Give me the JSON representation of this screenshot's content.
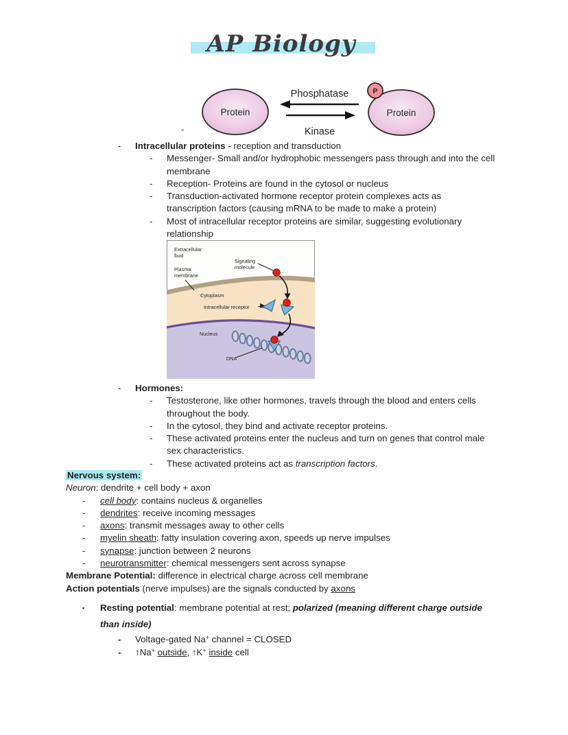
{
  "page": {
    "title": "AP Biology",
    "stray_mark": "-",
    "title_highlight_color": "#b0eaf5",
    "text_highlight_color": "#a9e8f2"
  },
  "protein_cycle": {
    "left_protein": "Protein",
    "right_protein": "Protein",
    "top_enzyme": "Phosphatase",
    "bottom_enzyme": "Kinase",
    "phosphate_label": "P",
    "colors": {
      "protein_fill": "#ecc9e2",
      "protein_stroke": "#2b2b2b",
      "phosphate_fill": "#f28e96",
      "phosphate_text": "#9d2235"
    }
  },
  "cell_diagram": {
    "labels": {
      "extracellular_line1": "Extracellular",
      "extracellular_line2": "fluid",
      "plasma_line1": "Plasma",
      "plasma_line2": "membrane",
      "signaling_line1": "Signaling",
      "signaling_line2": "molecule",
      "cytoplasm": "Cytoplasm",
      "intracellular_receptor": "Intracellular receptor",
      "nucleus": "Nucleus",
      "dna": "DNA"
    },
    "colors": {
      "background": "#fdfdfb",
      "cytoplasm": "#f7e3c3",
      "membrane": "#b1a183",
      "nucleus": "#ccc5e1",
      "nucleus_border": "#6b4f97",
      "molecule": "#e02020",
      "receptor": "#7fb4d4"
    }
  },
  "notes": {
    "block1": [
      {
        "ind": "l1",
        "bullet": "-",
        "seg": [
          {
            "t": "Intracellular proteins",
            "b": 1
          },
          {
            "t": " - reception and transduction"
          }
        ]
      },
      {
        "ind": "l2",
        "bullet": "-",
        "seg": [
          {
            "t": "Messenger- Small and/or hydrophobic messengers pass through and into the cell"
          }
        ]
      },
      {
        "ind": "l2",
        "seg": [
          {
            "t": "membrane"
          }
        ]
      },
      {
        "ind": "l2",
        "bullet": "-",
        "seg": [
          {
            "t": "Reception- Proteins are found in the cytosol or nucleus"
          }
        ]
      },
      {
        "ind": "l2",
        "bullet": "-",
        "seg": [
          {
            "t": "Transduction-activated hormone receptor protein complexes acts as"
          }
        ]
      },
      {
        "ind": "l2",
        "seg": [
          {
            "t": "transcription factors (causing mRNA to be made to make a protein)"
          }
        ]
      },
      {
        "ind": "l2",
        "bullet": "-",
        "seg": [
          {
            "t": "Most of intracellular receptor proteins are similar, suggesting evolutionary"
          }
        ]
      },
      {
        "ind": "l2",
        "seg": [
          {
            "t": "relationship"
          }
        ]
      }
    ],
    "block2": [
      {
        "ind": "l1",
        "bullet": "-",
        "seg": [
          {
            "t": "Hormones:",
            "b": 1
          }
        ]
      },
      {
        "ind": "l2",
        "bullet": "-",
        "seg": [
          {
            "t": "Testosterone, like other hormones, travels through the blood and enters cells"
          }
        ]
      },
      {
        "ind": "l2",
        "seg": [
          {
            "t": "throughout the body."
          }
        ]
      },
      {
        "ind": "l2",
        "bullet": "-",
        "seg": [
          {
            "t": "In the cytosol, they bind and activate receptor proteins."
          }
        ]
      },
      {
        "ind": "l2",
        "bullet": "-",
        "seg": [
          {
            "t": "These activated proteins enter the nucleus and turn on genes that control male"
          }
        ]
      },
      {
        "ind": "l2",
        "seg": [
          {
            "t": "sex characteristics."
          }
        ]
      },
      {
        "ind": "l2",
        "bullet": "-",
        "seg": [
          {
            "t": "These activated proteins act as "
          },
          {
            "t": "transcription factors",
            "i": 1
          },
          {
            "t": "."
          }
        ]
      }
    ],
    "block3": [
      {
        "ind": "z",
        "seg": [
          {
            "t": "Nervous system:",
            "b": 1,
            "h": 1
          }
        ]
      },
      {
        "ind": "z",
        "seg": [
          {
            "t": "Neuron",
            "i": 1
          },
          {
            "t": ": dendrite + cell body + axon"
          }
        ]
      },
      {
        "ind": "n",
        "bullet": "-",
        "seg": [
          {
            "t": "cell body",
            "i": 1,
            "u": 1
          },
          {
            "t": ": contains nucleus & organelles"
          }
        ]
      },
      {
        "ind": "n",
        "bullet": "-",
        "seg": [
          {
            "t": "dendrites",
            "u": 1
          },
          {
            "t": ": receive incoming messages"
          }
        ]
      },
      {
        "ind": "n",
        "bullet": "-",
        "seg": [
          {
            "t": "axons",
            "u": 1
          },
          {
            "t": ": transmit messages away to other cells"
          }
        ]
      },
      {
        "ind": "n",
        "bullet": "-",
        "seg": [
          {
            "t": "myelin sheath",
            "u": 1
          },
          {
            "t": ": fatty insulation covering axon, speeds up nerve impulses"
          }
        ]
      },
      {
        "ind": "n",
        "bullet": "-",
        "seg": [
          {
            "t": "synapse",
            "u": 1
          },
          {
            "t": ": junction between 2 neurons"
          }
        ]
      },
      {
        "ind": "n",
        "bullet": "-",
        "seg": [
          {
            "t": "neurotransmitter",
            "u": 1
          },
          {
            "t": ": chemical messengers sent across synapse"
          }
        ]
      },
      {
        "ind": "z",
        "seg": [
          {
            "t": "Membrane Potential:",
            "b": 1
          },
          {
            "t": " difference in electrical charge across cell membrane"
          }
        ]
      },
      {
        "ind": "z",
        "seg": [
          {
            "t": "Action potentials",
            "b": 1
          },
          {
            "t": " (nerve impulses) are the signals conducted by "
          },
          {
            "t": "axons",
            "u": 1
          }
        ]
      },
      {
        "ind": "n",
        "bullet": "▪",
        "cls": "gap loose",
        "seg": [
          {
            "t": "Resting potential",
            "b": 1
          },
          {
            "t": ": membrane potential at rest; "
          },
          {
            "t": "polarized (meaning different charge outside",
            "b": 1,
            "i": 1
          }
        ]
      },
      {
        "ind": "n",
        "cls": "loose",
        "seg": [
          {
            "t": "than inside)",
            "b": 1,
            "i": 1
          }
        ]
      },
      {
        "ind": "l1",
        "bullet": "-",
        "bb": 1,
        "seg": [
          {
            "t": "Voltage-gated Na"
          },
          {
            "t": "+",
            "sup": 1
          },
          {
            "t": " channel = CLOSED"
          }
        ]
      },
      {
        "ind": "l1",
        "bullet": "-",
        "bb": 1,
        "seg": [
          {
            "t": "↑Na"
          },
          {
            "t": "+",
            "sup": 1
          },
          {
            "t": " "
          },
          {
            "t": "outside",
            "u": 1
          },
          {
            "t": ", ↑K"
          },
          {
            "t": "+",
            "sup": 1
          },
          {
            "t": " "
          },
          {
            "t": "inside",
            "u": 1
          },
          {
            "t": " cell"
          }
        ]
      }
    ]
  }
}
